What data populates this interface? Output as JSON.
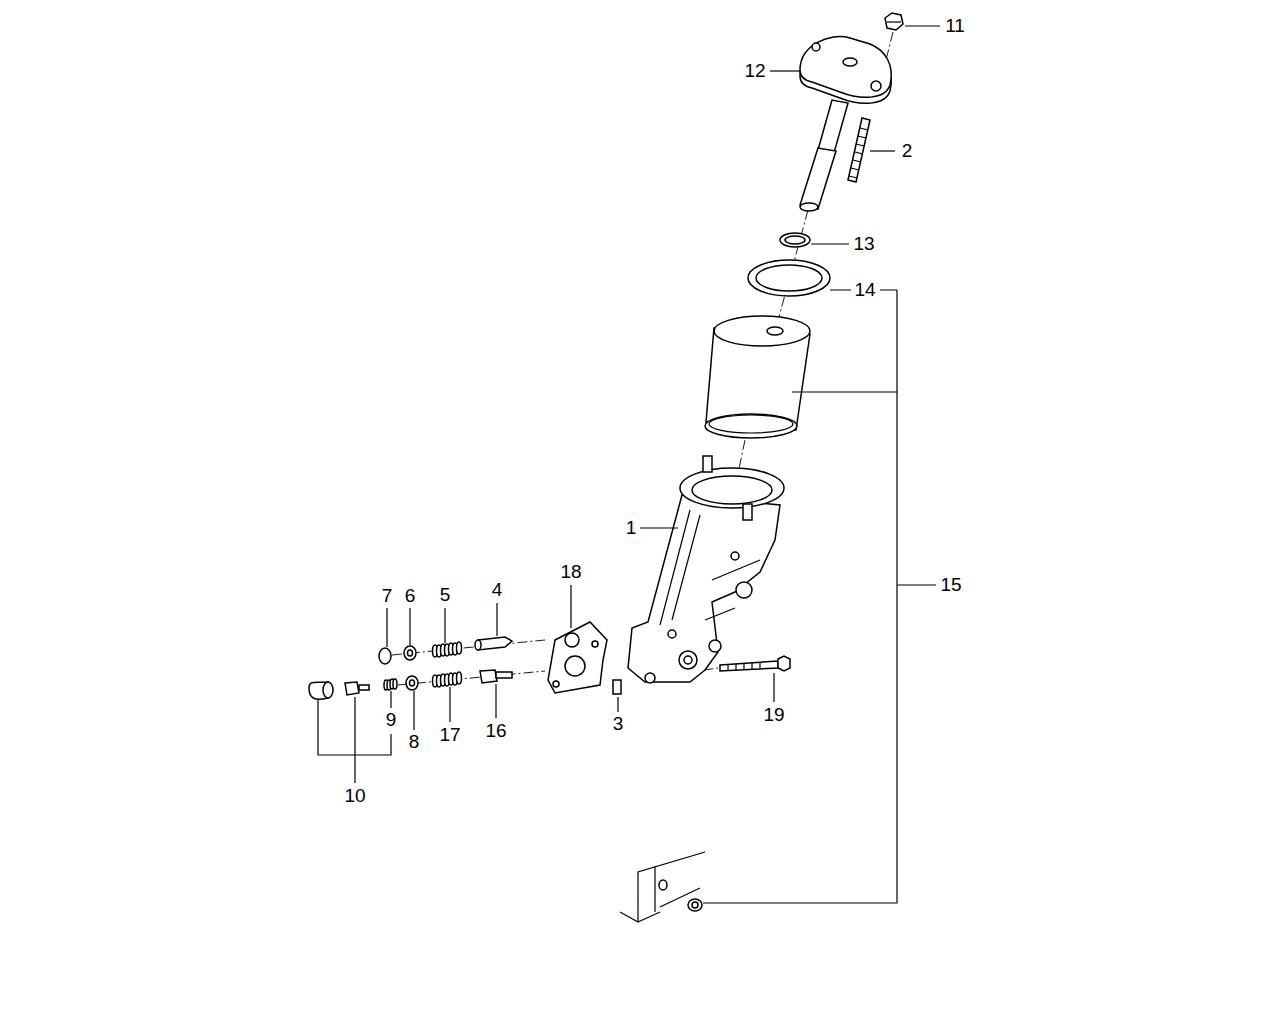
{
  "diagram": {
    "labels": [
      "11",
      "12",
      "2",
      "13",
      "14",
      "1",
      "18",
      "15",
      "7",
      "6",
      "5",
      "4",
      "19",
      "9",
      "8",
      "17",
      "16",
      "3",
      "10"
    ]
  }
}
